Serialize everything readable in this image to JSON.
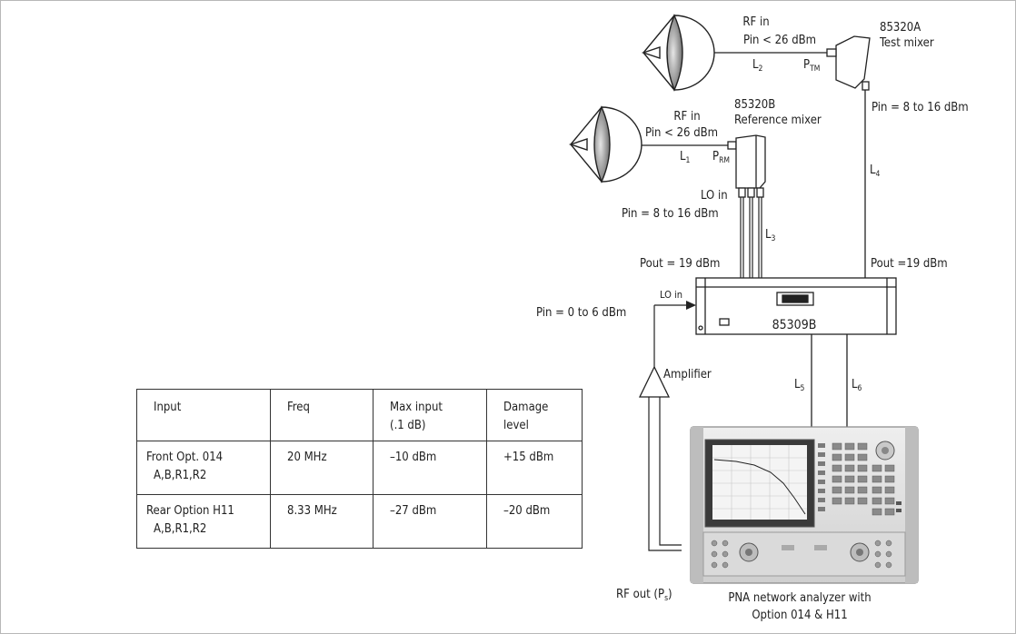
{
  "labels": {
    "rf_in_1": "RF in",
    "pin_lt_1": "Pin < 26 dBm",
    "l2_base": "L",
    "l2_sub": "2",
    "ptm_base": "P",
    "ptm_sub": "TM",
    "test_mixer_model": "85320A",
    "test_mixer_name": "Test mixer",
    "pin_8_16_right": "Pin = 8 to 16 dBm",
    "ref_mixer_model": "85320B",
    "ref_mixer_name": "Reference mixer",
    "rf_in_2": "RF in",
    "pin_lt_2": "Pin < 26 dBm",
    "l1_base": "L",
    "l1_sub": "1",
    "prm_base": "P",
    "prm_sub": "RM",
    "lo_in_mixer": "LO in",
    "pin_8_16_left": "Pin = 8 to 16 dBm",
    "l3_base": "L",
    "l3_sub": "3",
    "l4_base": "L",
    "l4_sub": "4",
    "pout_left": "Pout = 19 dBm",
    "pout_right": "Pout =19 dBm",
    "lo_in_box": "LO in",
    "pin_0_6": "Pin = 0 to 6 dBm",
    "unit_model": "85309B",
    "amplifier": "Amplifier",
    "l5_base": "L",
    "l5_sub": "5",
    "l6_base": "L",
    "l6_sub": "6",
    "rf_out_base": "RF out (P",
    "rf_out_sub": "s",
    "rf_out_end": ")",
    "pna_caption_1": "PNA network analyzer with",
    "pna_caption_2": "Option 014 & H11"
  },
  "table": {
    "headers": [
      "Input",
      "Freq",
      "Max input\n(.1 dB)",
      "Damage\nlevel"
    ],
    "rows": [
      {
        "input_line1": "Front Opt. 014",
        "input_line2": "A,B,R1,R2",
        "freq": "20 MHz",
        "max_input": "–10 dBm",
        "damage": "+15 dBm"
      },
      {
        "input_line1": "Rear Option H11",
        "input_line2": "A,B,R1,R2",
        "freq": "8.33 MHz",
        "max_input": "–27 dBm",
        "damage": "–20 dBm"
      }
    ]
  }
}
